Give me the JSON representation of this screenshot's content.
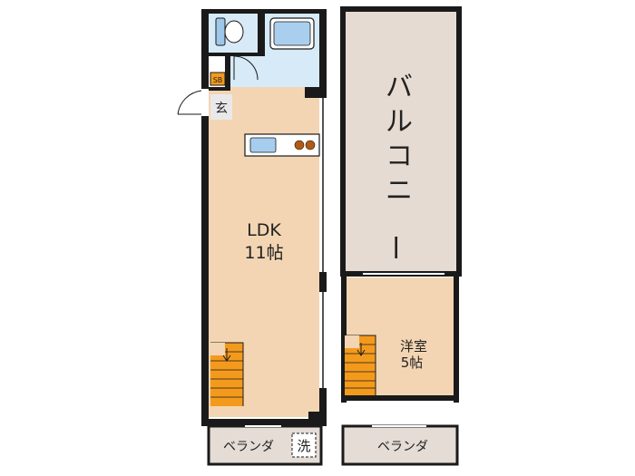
{
  "floor1": {
    "ldk_label": "LDK",
    "ldk_size": "11帖",
    "entrance": "玄",
    "shoebox": "SB",
    "veranda": "ベランダ",
    "washer": "洗"
  },
  "floor2": {
    "balcony": "バルコニー",
    "room_label": "洋室",
    "room_size": "5帖",
    "veranda": "ベランダ"
  },
  "colors": {
    "room": "#f3d5b3",
    "wet_area": "#d7eaf7",
    "balcony": "#e6dbd2",
    "veranda": "#e4dcd5",
    "stairs": "#f39a1d",
    "wall": "#1a1a1a"
  },
  "icons": [
    "toilet-icon",
    "bathtub-icon",
    "kitchen-sink-icon",
    "stove-icon",
    "door-swing-icon",
    "stairs-icon",
    "washer-space-icon"
  ]
}
